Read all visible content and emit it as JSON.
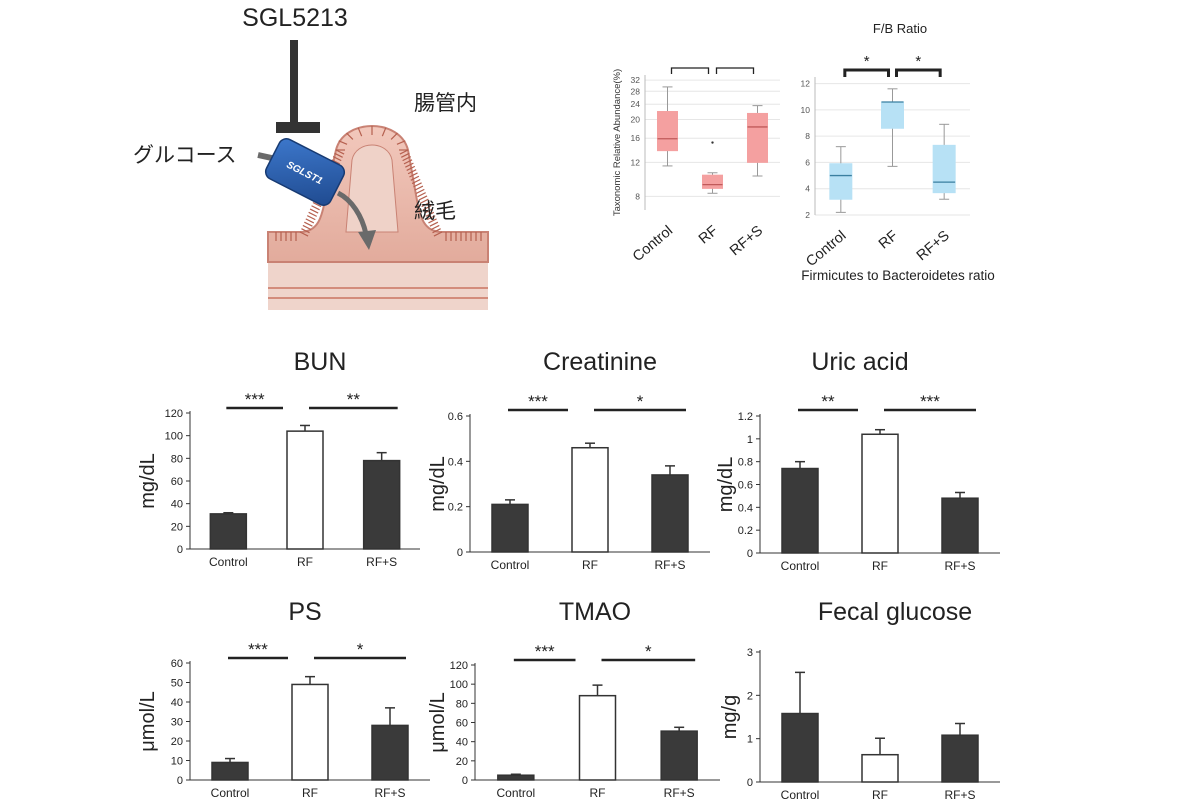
{
  "illustration": {
    "inhibitor_label": "SGL5213",
    "lumen_label": "腸管内",
    "glucose_label": "グルコース",
    "villi_label": "絨毛",
    "transporter_label": "SGLST1"
  },
  "colors": {
    "bar_dark": "#3a3a3a",
    "bar_open": "#ffffff",
    "box_red": "#f4a0a0",
    "box_red_median": "#c05a5a",
    "box_blue": "#b7e1f5",
    "box_blue_median": "#3a7fa0",
    "tissue_pink": "#eab7a8",
    "tissue_line": "#c98274",
    "transporter_blue": "#2f63b6",
    "arrow_gray": "#6a6a6a"
  },
  "chart_data": [
    {
      "id": "abundance",
      "type": "box",
      "title": "",
      "ylabel": "Taxonomic Relative Abundance(%)",
      "xlabel": "",
      "y_scale": "log2",
      "ylim": [
        6.8,
        34
      ],
      "yticks": [
        8,
        12,
        16,
        20,
        24,
        28,
        32
      ],
      "categories": [
        "Control",
        "RF",
        "RF+S"
      ],
      "boxes": [
        {
          "min": 11.5,
          "q1": 13.8,
          "median": 15.9,
          "q3": 22.0,
          "max": 29.5
        },
        {
          "min": 8.3,
          "q1": 8.8,
          "median": 9.2,
          "q3": 10.3,
          "max": 10.6,
          "outliers": [
            15.2
          ]
        },
        {
          "min": 10.2,
          "q1": 12.0,
          "median": 18.3,
          "q3": 21.5,
          "max": 23.6
        }
      ],
      "box_color": "#f4a0a0",
      "significance": [
        {
          "from": 0,
          "to": 1,
          "label": "*"
        },
        {
          "from": 1,
          "to": 2,
          "label": "*"
        }
      ]
    },
    {
      "id": "fb_ratio",
      "type": "box",
      "title": "F/B Ratio",
      "ylabel": "",
      "xlabel": "Firmicutes to Bacteroidetes ratio",
      "ylim": [
        2,
        12.5
      ],
      "yticks": [
        2,
        4,
        6,
        8,
        10,
        12
      ],
      "categories": [
        "Control",
        "RF",
        "RF+S"
      ],
      "boxes": [
        {
          "min": 2.2,
          "q1": 3.2,
          "median": 5.0,
          "q3": 5.9,
          "max": 7.2
        },
        {
          "min": 5.7,
          "q1": 8.6,
          "median": 10.6,
          "q3": 10.6,
          "max": 11.6
        },
        {
          "min": 3.2,
          "q1": 3.7,
          "median": 4.5,
          "q3": 7.3,
          "max": 8.9
        }
      ],
      "box_color": "#b7e1f5",
      "significance": [
        {
          "from": 0,
          "to": 1,
          "label": "*"
        },
        {
          "from": 1,
          "to": 2,
          "label": "*"
        }
      ]
    },
    {
      "id": "bun",
      "type": "bar",
      "title": "BUN",
      "ylabel": "mg/dL",
      "ylim": [
        0,
        120
      ],
      "yticks": [
        0,
        20,
        40,
        60,
        80,
        100,
        120
      ],
      "tick_format": "int",
      "categories": [
        "Control",
        "RF",
        "RF+S"
      ],
      "values": [
        31,
        104,
        78
      ],
      "errors": [
        1,
        5,
        7
      ],
      "significance": [
        {
          "from": 0,
          "to": 1,
          "label": "***"
        },
        {
          "from": 1,
          "to": 2,
          "label": "**"
        }
      ]
    },
    {
      "id": "creatinine",
      "type": "bar",
      "title": "Creatinine",
      "ylabel": "mg/dL",
      "ylim": [
        0,
        0.6
      ],
      "yticks": [
        0,
        0.2,
        0.4,
        0.6
      ],
      "tick_format": "plain",
      "categories": [
        "Control",
        "RF",
        "RF+S"
      ],
      "values": [
        0.21,
        0.46,
        0.34
      ],
      "errors": [
        0.02,
        0.02,
        0.04
      ],
      "significance": [
        {
          "from": 0,
          "to": 1,
          "label": "***"
        },
        {
          "from": 1,
          "to": 2,
          "label": "*"
        }
      ]
    },
    {
      "id": "uric_acid",
      "type": "bar",
      "title": "Uric acid",
      "ylabel": "mg/dL",
      "ylim": [
        0,
        1.2
      ],
      "yticks": [
        0,
        0.2,
        0.4,
        0.6,
        0.8,
        1,
        1.2
      ],
      "tick_format": "plain",
      "categories": [
        "Control",
        "RF",
        "RF+S"
      ],
      "values": [
        0.74,
        1.04,
        0.48
      ],
      "errors": [
        0.06,
        0.04,
        0.05
      ],
      "significance": [
        {
          "from": 0,
          "to": 1,
          "label": "**"
        },
        {
          "from": 1,
          "to": 2,
          "label": "***"
        }
      ]
    },
    {
      "id": "ps",
      "type": "bar",
      "title": "PS",
      "ylabel": "μmol/L",
      "ylim": [
        0,
        60
      ],
      "yticks": [
        0,
        10,
        20,
        30,
        40,
        50,
        60
      ],
      "tick_format": "int",
      "categories": [
        "Control",
        "RF",
        "RF+S"
      ],
      "values": [
        9,
        49,
        28
      ],
      "errors": [
        2,
        4,
        9
      ],
      "significance": [
        {
          "from": 0,
          "to": 1,
          "label": "***"
        },
        {
          "from": 1,
          "to": 2,
          "label": "*"
        }
      ]
    },
    {
      "id": "tmao",
      "type": "bar",
      "title": "TMAO",
      "ylabel": "μmol/L",
      "ylim": [
        0,
        120
      ],
      "yticks": [
        0,
        20,
        40,
        60,
        80,
        100,
        120
      ],
      "tick_format": "int",
      "categories": [
        "Control",
        "RF",
        "RF+S"
      ],
      "values": [
        5,
        88,
        51
      ],
      "errors": [
        1,
        11,
        4
      ],
      "significance": [
        {
          "from": 0,
          "to": 1,
          "label": "***"
        },
        {
          "from": 1,
          "to": 2,
          "label": "*"
        }
      ]
    },
    {
      "id": "fecal_glucose",
      "type": "bar",
      "title": "Fecal glucose",
      "ylabel": "mg/g",
      "ylim": [
        0,
        3
      ],
      "yticks": [
        0,
        1,
        2,
        3
      ],
      "tick_format": "int",
      "categories": [
        "Control",
        "RF",
        "RF+S"
      ],
      "values": [
        1.58,
        0.63,
        1.08
      ],
      "errors": [
        0.95,
        0.38,
        0.27
      ],
      "significance": []
    }
  ]
}
